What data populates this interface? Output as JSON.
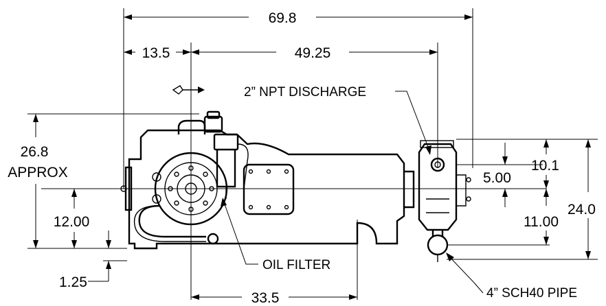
{
  "dimensions": {
    "overall_length": "69.8",
    "left_offset": "13.5",
    "center_to_discharge": "49.25",
    "overall_height_value": "26.8",
    "overall_height_note": "APPROX",
    "shaft_height": "12.00",
    "base_thickness": "1.25",
    "base_length": "33.5",
    "fluid_end_top": "10.1",
    "discharge_offset": "5.00",
    "fluid_end_bottom": "11.00",
    "fluid_end_height": "24.0"
  },
  "callouts": {
    "discharge": "2” NPT DISCHARGE",
    "oil_filter": "OIL FILTER",
    "suction_pipe": "4” SCH40 PIPE"
  },
  "icons": {
    "rotation": "rotation-direction-arrow-icon"
  }
}
